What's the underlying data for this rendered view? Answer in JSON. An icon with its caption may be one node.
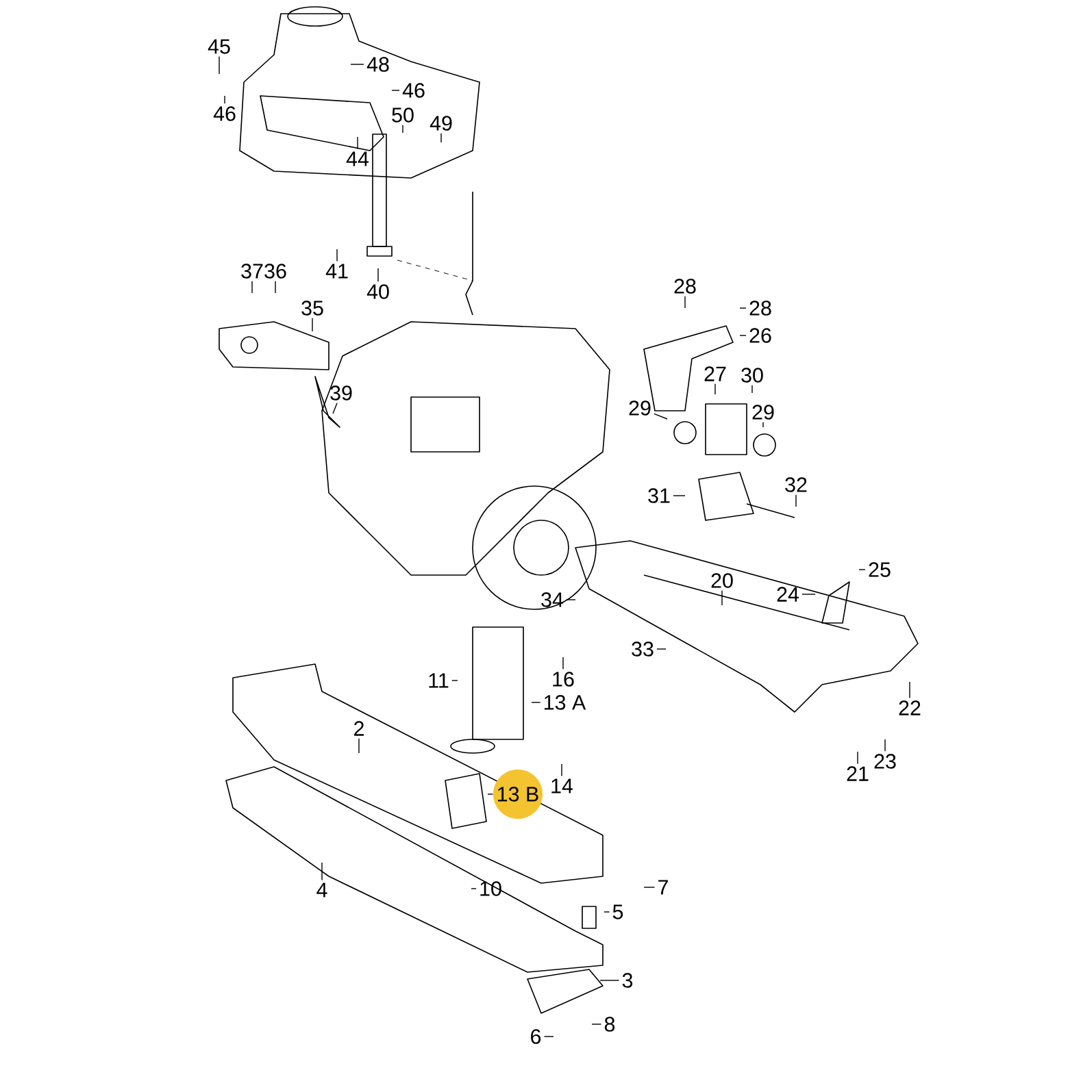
{
  "diagram": {
    "nodes": [
      {
        "text": [
          "45"
        ]
      },
      {
        "text": [
          "48"
        ]
      },
      {
        "text": [
          "46"
        ]
      },
      {
        "text": [
          "46"
        ]
      },
      {
        "text": [
          "50"
        ]
      },
      {
        "text": [
          "49"
        ]
      },
      {
        "text": [
          "44"
        ]
      },
      {
        "text": [
          "41"
        ]
      },
      {
        "text": [
          "40"
        ]
      },
      {
        "text": [
          "37"
        ]
      },
      {
        "text": [
          "36"
        ]
      },
      {
        "text": [
          "35"
        ]
      },
      {
        "text": [
          "39"
        ]
      },
      {
        "text": [
          "28"
        ]
      },
      {
        "text": [
          "28"
        ]
      },
      {
        "text": [
          "26"
        ]
      },
      {
        "text": [
          "27"
        ]
      },
      {
        "text": [
          "30"
        ]
      },
      {
        "text": [
          "29"
        ]
      },
      {
        "text": [
          "29"
        ]
      },
      {
        "text": [
          "32"
        ]
      },
      {
        "text": [
          "31"
        ]
      },
      {
        "text": [
          "20"
        ]
      },
      {
        "text": [
          "25"
        ]
      },
      {
        "text": [
          "24"
        ]
      },
      {
        "text": [
          "34"
        ]
      },
      {
        "text": [
          "33"
        ]
      },
      {
        "text": [
          "11"
        ]
      },
      {
        "text": [
          "16"
        ]
      },
      {
        "text": [
          "13 A"
        ]
      },
      {
        "text": [
          "22"
        ]
      },
      {
        "text": [
          "2"
        ]
      },
      {
        "text": [
          "23"
        ]
      },
      {
        "text": [
          "21"
        ]
      },
      {
        "text": [
          "14"
        ]
      },
      {
        "text": [
          "13 B"
        ]
      },
      {
        "text": [
          "7"
        ]
      },
      {
        "text": [
          "10"
        ]
      },
      {
        "text": [
          "4"
        ]
      },
      {
        "text": [
          "5"
        ]
      },
      {
        "text": [
          "3"
        ]
      },
      {
        "text": [
          "8"
        ]
      },
      {
        "text": [
          "6"
        ]
      }
    ],
    "edges": [
      {
        "from": 0,
        "to": null,
        "arrow": "none"
      },
      {
        "from": 1,
        "to": null,
        "arrow": "none"
      },
      {
        "from": 2,
        "to": null,
        "arrow": "none"
      },
      {
        "from": 3,
        "to": null,
        "arrow": "none"
      },
      {
        "from": 4,
        "to": null,
        "arrow": "none"
      },
      {
        "from": 5,
        "to": null,
        "arrow": "none"
      },
      {
        "from": 6,
        "to": null,
        "arrow": "none"
      },
      {
        "from": 7,
        "to": null,
        "arrow": "none"
      },
      {
        "from": 8,
        "to": null,
        "arrow": "none"
      },
      {
        "from": 9,
        "to": null,
        "arrow": "none"
      },
      {
        "from": 10,
        "to": null,
        "arrow": "none"
      },
      {
        "from": 11,
        "to": null,
        "arrow": "none"
      },
      {
        "from": 12,
        "to": null,
        "arrow": "none"
      },
      {
        "from": 13,
        "to": null,
        "arrow": "none"
      },
      {
        "from": 14,
        "to": null,
        "arrow": "none"
      },
      {
        "from": 15,
        "to": null,
        "arrow": "none"
      },
      {
        "from": 16,
        "to": null,
        "arrow": "none"
      },
      {
        "from": 17,
        "to": null,
        "arrow": "none"
      },
      {
        "from": 18,
        "to": null,
        "arrow": "none"
      },
      {
        "from": 19,
        "to": null,
        "arrow": "none"
      },
      {
        "from": 20,
        "to": null,
        "arrow": "none"
      },
      {
        "from": 21,
        "to": null,
        "arrow": "none"
      },
      {
        "from": 22,
        "to": null,
        "arrow": "none"
      },
      {
        "from": 23,
        "to": null,
        "arrow": "none"
      },
      {
        "from": 24,
        "to": null,
        "arrow": "none"
      },
      {
        "from": 25,
        "to": null,
        "arrow": "none"
      },
      {
        "from": 26,
        "to": null,
        "arrow": "none"
      },
      {
        "from": 27,
        "to": null,
        "arrow": "none"
      },
      {
        "from": 28,
        "to": null,
        "arrow": "none"
      },
      {
        "from": 29,
        "to": null,
        "arrow": "none"
      },
      {
        "from": 30,
        "to": null,
        "arrow": "none"
      },
      {
        "from": 31,
        "to": null,
        "arrow": "none"
      },
      {
        "from": 32,
        "to": null,
        "arrow": "none"
      },
      {
        "from": 33,
        "to": null,
        "arrow": "none"
      },
      {
        "from": 34,
        "to": null,
        "arrow": "none"
      },
      {
        "from": 35,
        "to": null,
        "arrow": "none"
      },
      {
        "from": 36,
        "to": null,
        "arrow": "none"
      },
      {
        "from": 37,
        "to": null,
        "arrow": "none"
      },
      {
        "from": 38,
        "to": null,
        "arrow": "none"
      },
      {
        "from": 39,
        "to": null,
        "arrow": "none"
      },
      {
        "from": 40,
        "to": null,
        "arrow": "none"
      },
      {
        "from": 41,
        "to": null,
        "arrow": "none"
      },
      {
        "from": 42,
        "to": null,
        "arrow": "none"
      }
    ]
  }
}
